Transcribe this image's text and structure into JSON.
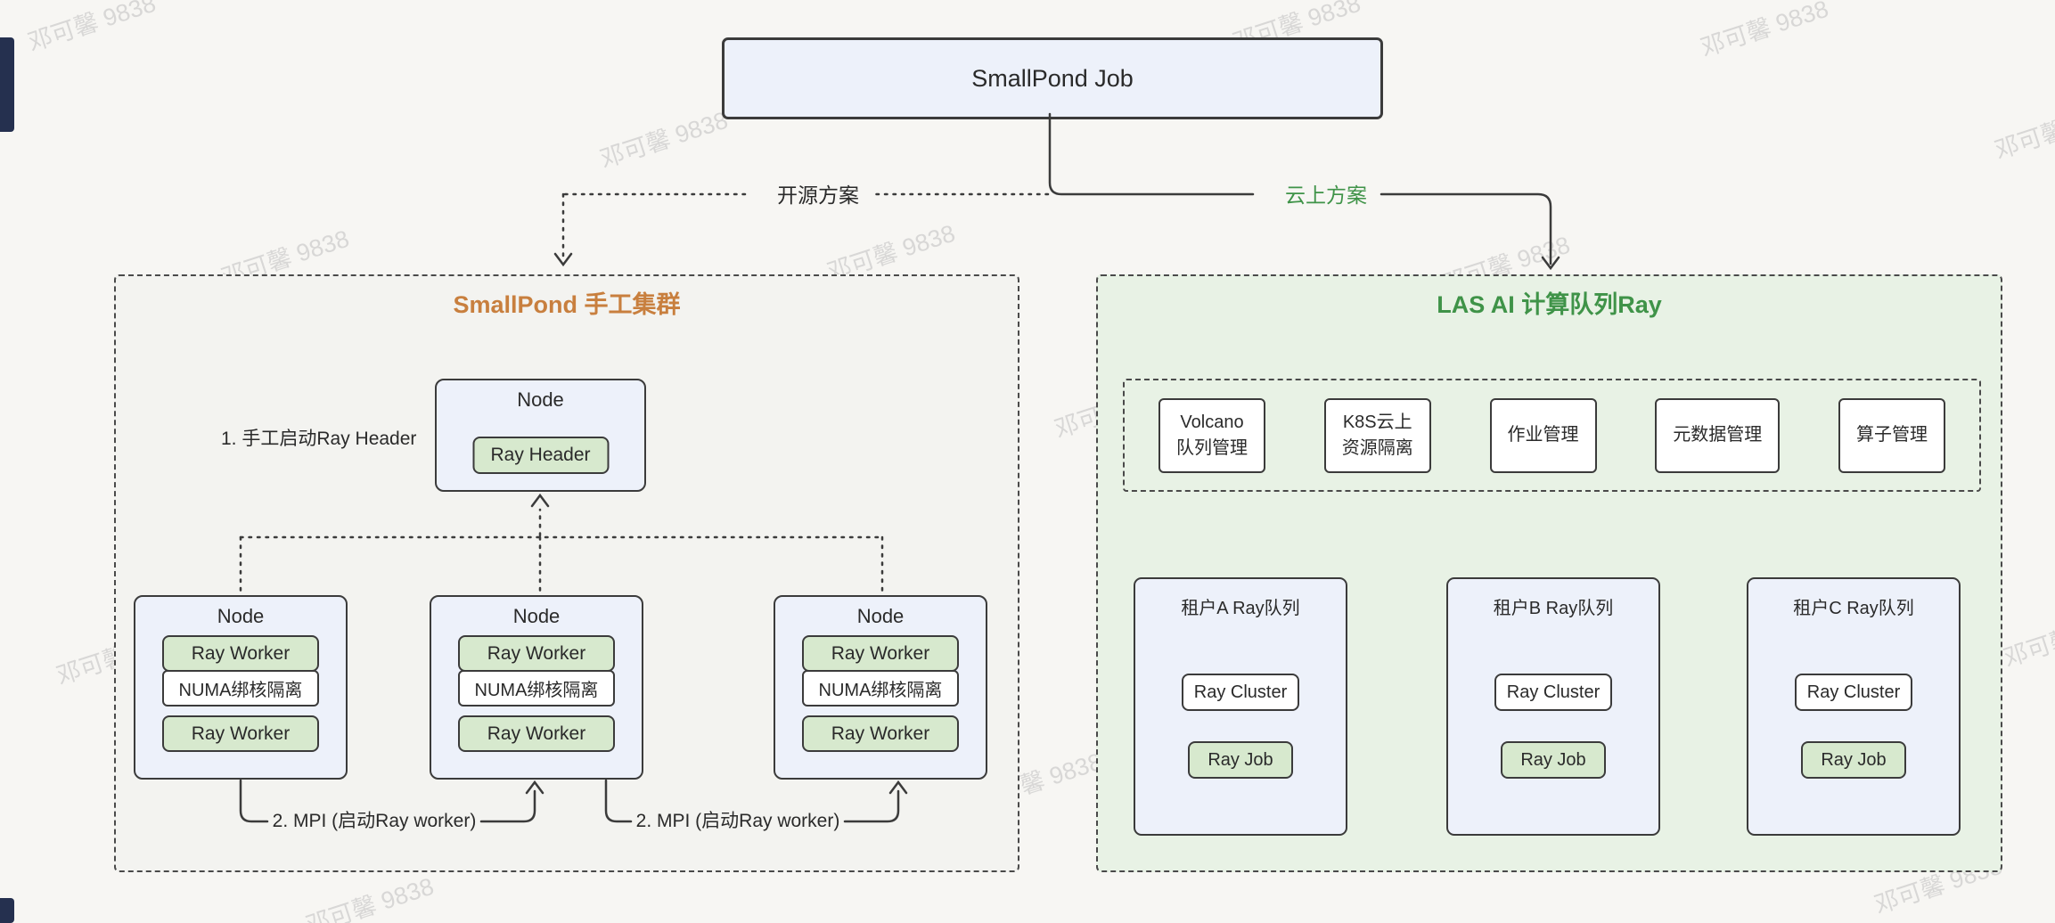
{
  "watermark": {
    "text": "邓可馨 9838"
  },
  "root": {
    "title": "SmallPond Job"
  },
  "branches": {
    "left_label": "开源方案",
    "right_label": "云上方案"
  },
  "left_cluster": {
    "title": "SmallPond 手工集群",
    "step1_label": "1. 手工启动Ray Header",
    "header_node": {
      "title": "Node",
      "chip": "Ray Header"
    },
    "worker_nodes": [
      {
        "title": "Node",
        "items": [
          "Ray Worker",
          "NUMA绑核隔离",
          "Ray Worker"
        ]
      },
      {
        "title": "Node",
        "items": [
          "Ray Worker",
          "NUMA绑核隔离",
          "Ray Worker"
        ]
      },
      {
        "title": "Node",
        "items": [
          "Ray Worker",
          "NUMA绑核隔离",
          "Ray Worker"
        ]
      }
    ],
    "mpi_labels": [
      "2. MPI (启动Ray worker)",
      "2. MPI (启动Ray worker)"
    ]
  },
  "right_cluster": {
    "title": "LAS AI  计算队列Ray",
    "services": [
      {
        "line1": "Volcano",
        "line2": "队列管理"
      },
      {
        "line1": "K8S云上",
        "line2": "资源隔离"
      },
      {
        "line1": "作业管理",
        "line2": ""
      },
      {
        "line1": "元数据管理",
        "line2": ""
      },
      {
        "line1": "算子管理",
        "line2": ""
      }
    ],
    "tenants": [
      {
        "title": "租户A Ray队列",
        "cluster": "Ray Cluster",
        "job": "Ray Job"
      },
      {
        "title": "租户B Ray队列",
        "cluster": "Ray Cluster",
        "job": "Ray Job"
      },
      {
        "title": "租户C Ray队列",
        "cluster": "Ray Cluster",
        "job": "Ray Job"
      }
    ]
  },
  "colors": {
    "accent_orange": "#c87f3e",
    "accent_green": "#3f9348",
    "chip_green": "#d7e9ce",
    "node_blue": "#edf1fa",
    "line": "#3b3b3b"
  }
}
